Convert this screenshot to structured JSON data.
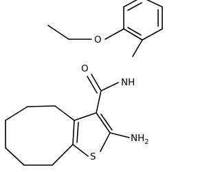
{
  "molecule": {
    "atoms": {
      "oxygen_ether": "O",
      "oxygen_carbonyl": "O",
      "amide_nitrogen": "NH",
      "amino_group": "NH",
      "amino_subscript": "2",
      "sulfur": "S"
    }
  }
}
